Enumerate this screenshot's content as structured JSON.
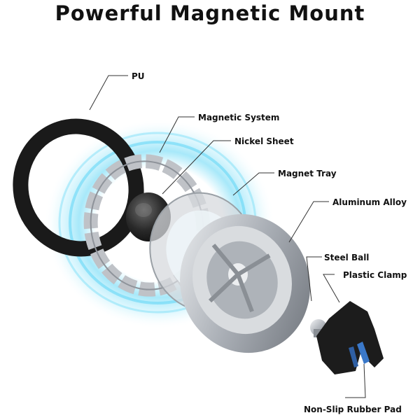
{
  "title": "Powerful Magnetic Mount",
  "labels": {
    "pu": "PU",
    "magnetic_system": "Magnetic System",
    "nickel_sheet": "Nickel Sheet",
    "magnet_tray": "Magnet Tray",
    "aluminum_alloy": "Aluminum Alloy",
    "steel_ball": "Steel Ball",
    "plastic_clamp": "Plastic Clamp",
    "non_slip_rubber_pad": "Non-Slip Rubber Pad"
  },
  "colors": {
    "glow": "#5fd6f5",
    "pu_ring": "#1a1a1a",
    "metal": "#c9ccd1",
    "clamp": "#1c1c1c",
    "pad_accent": "#3a78c9"
  }
}
